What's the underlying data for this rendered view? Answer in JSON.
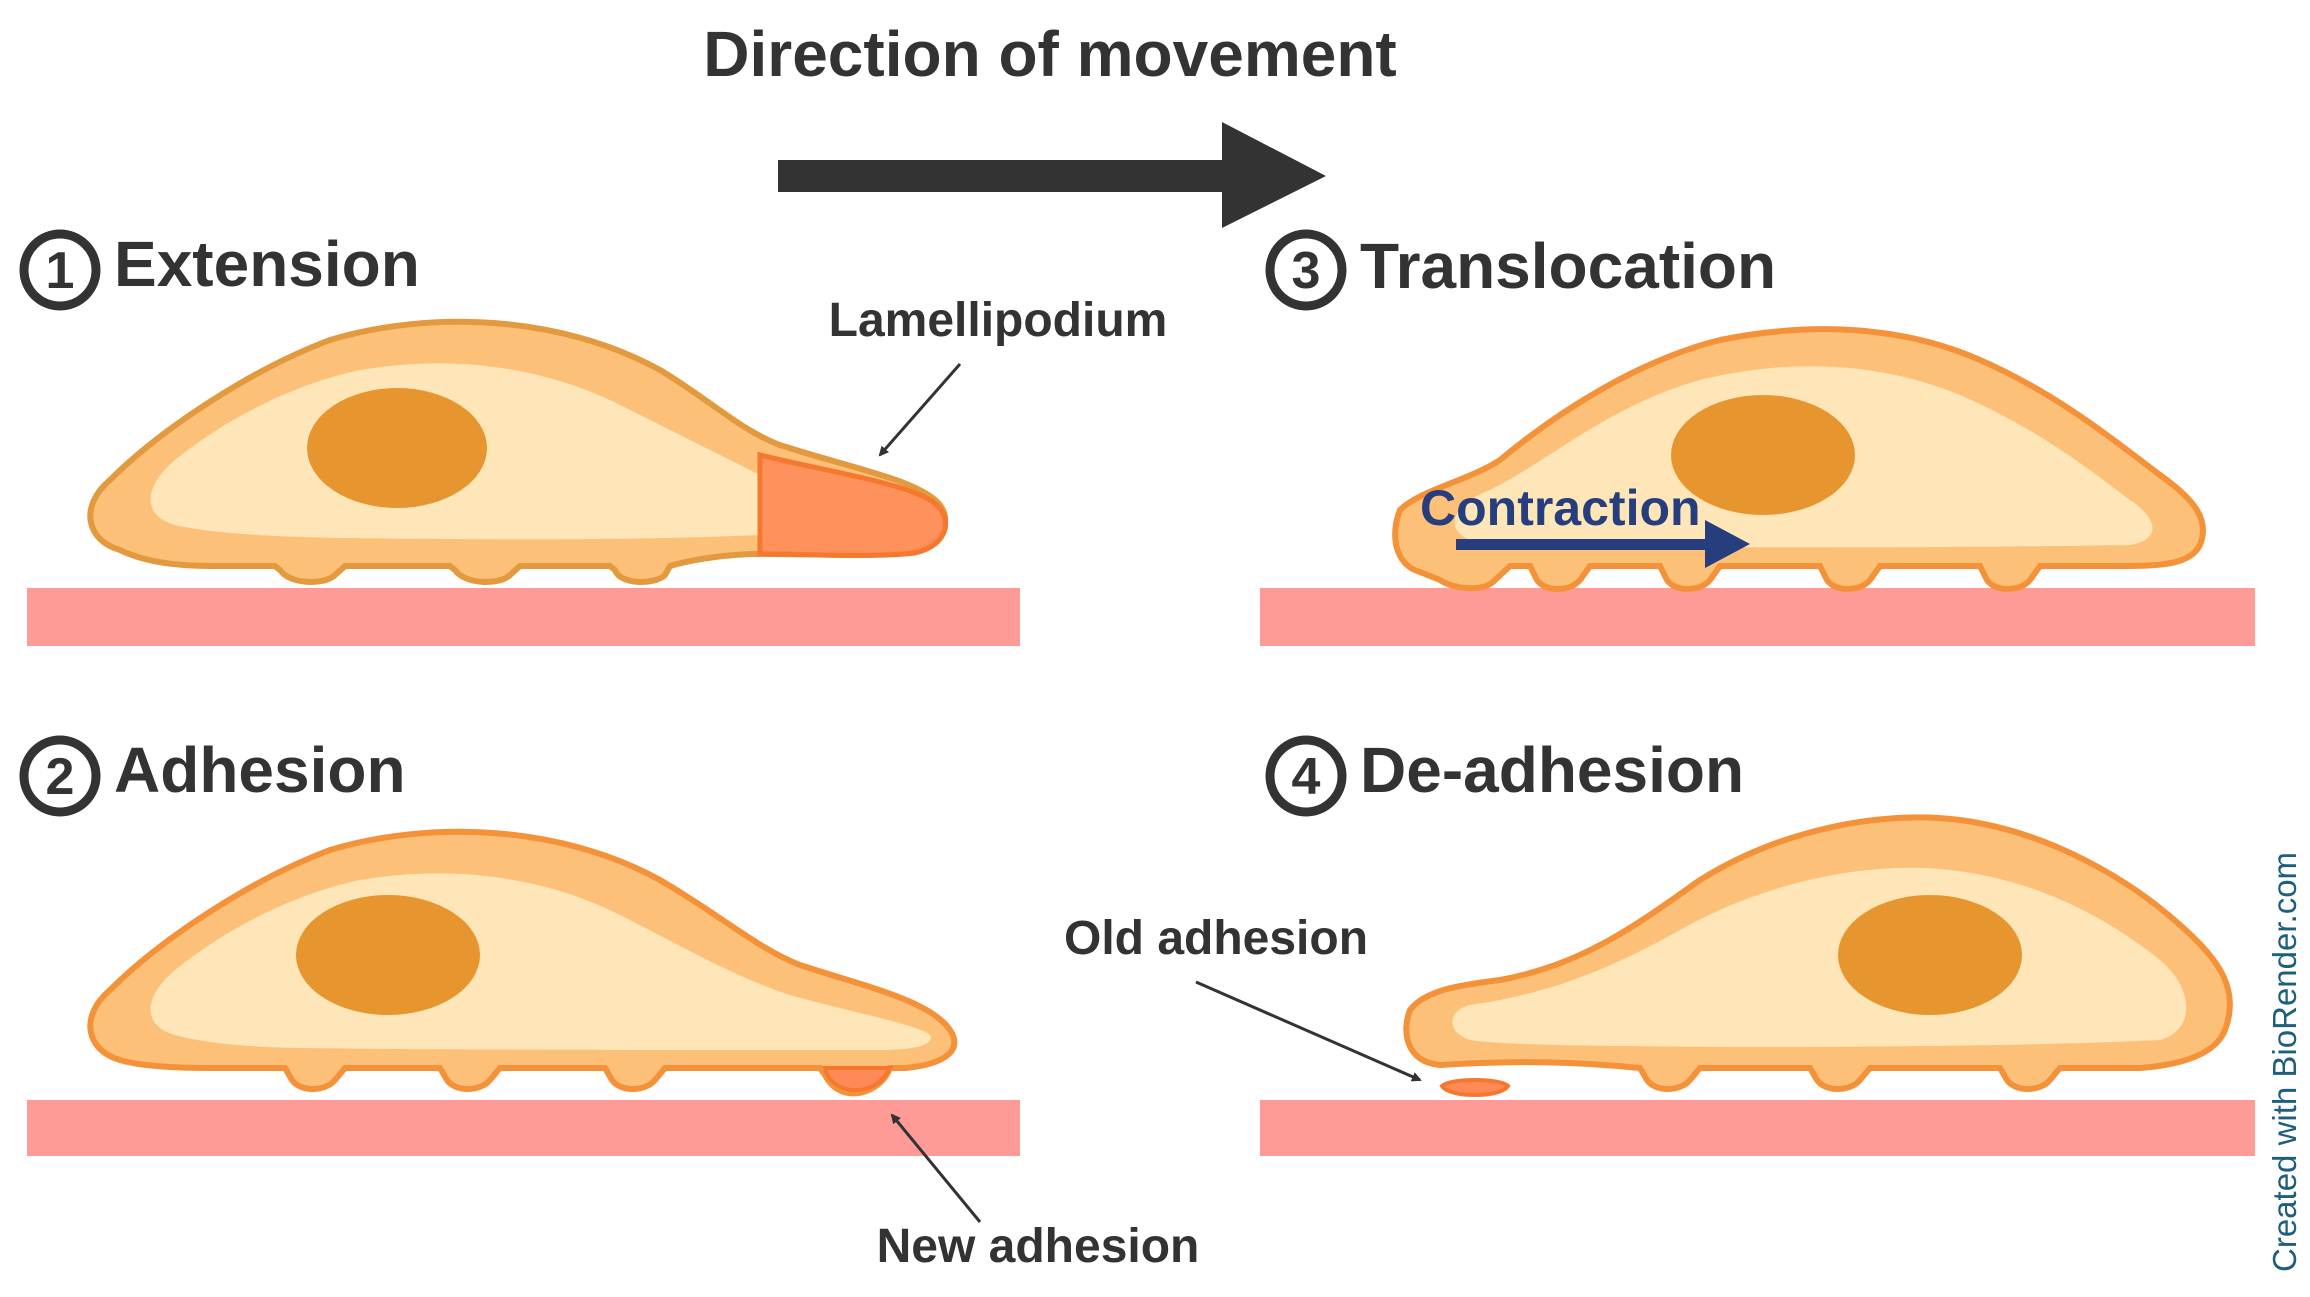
{
  "title": "Direction of movement",
  "steps": [
    {
      "number": "1",
      "name": "Extension"
    },
    {
      "number": "2",
      "name": "Adhesion"
    },
    {
      "number": "3",
      "name": "Translocation"
    },
    {
      "number": "4",
      "name": "De-adhesion"
    }
  ],
  "annotations": {
    "lamellipodium": "Lamellipodium",
    "new_adhesion": "New adhesion",
    "contraction": "Contraction",
    "old_adhesion": "Old adhesion"
  },
  "credit": "Created with BioRender.com",
  "colors": {
    "text": "#333333",
    "arrow": "#333333",
    "substrate": "#fe9b96",
    "cell_outer": "#fdc078",
    "cell_inner": "#fee6b8",
    "cell_edge": "#f4923a",
    "nucleus": "#e7962f",
    "lamellipodium": "#ff8a57",
    "contraction": "#263d7e",
    "credit": "#1d5f7d"
  }
}
